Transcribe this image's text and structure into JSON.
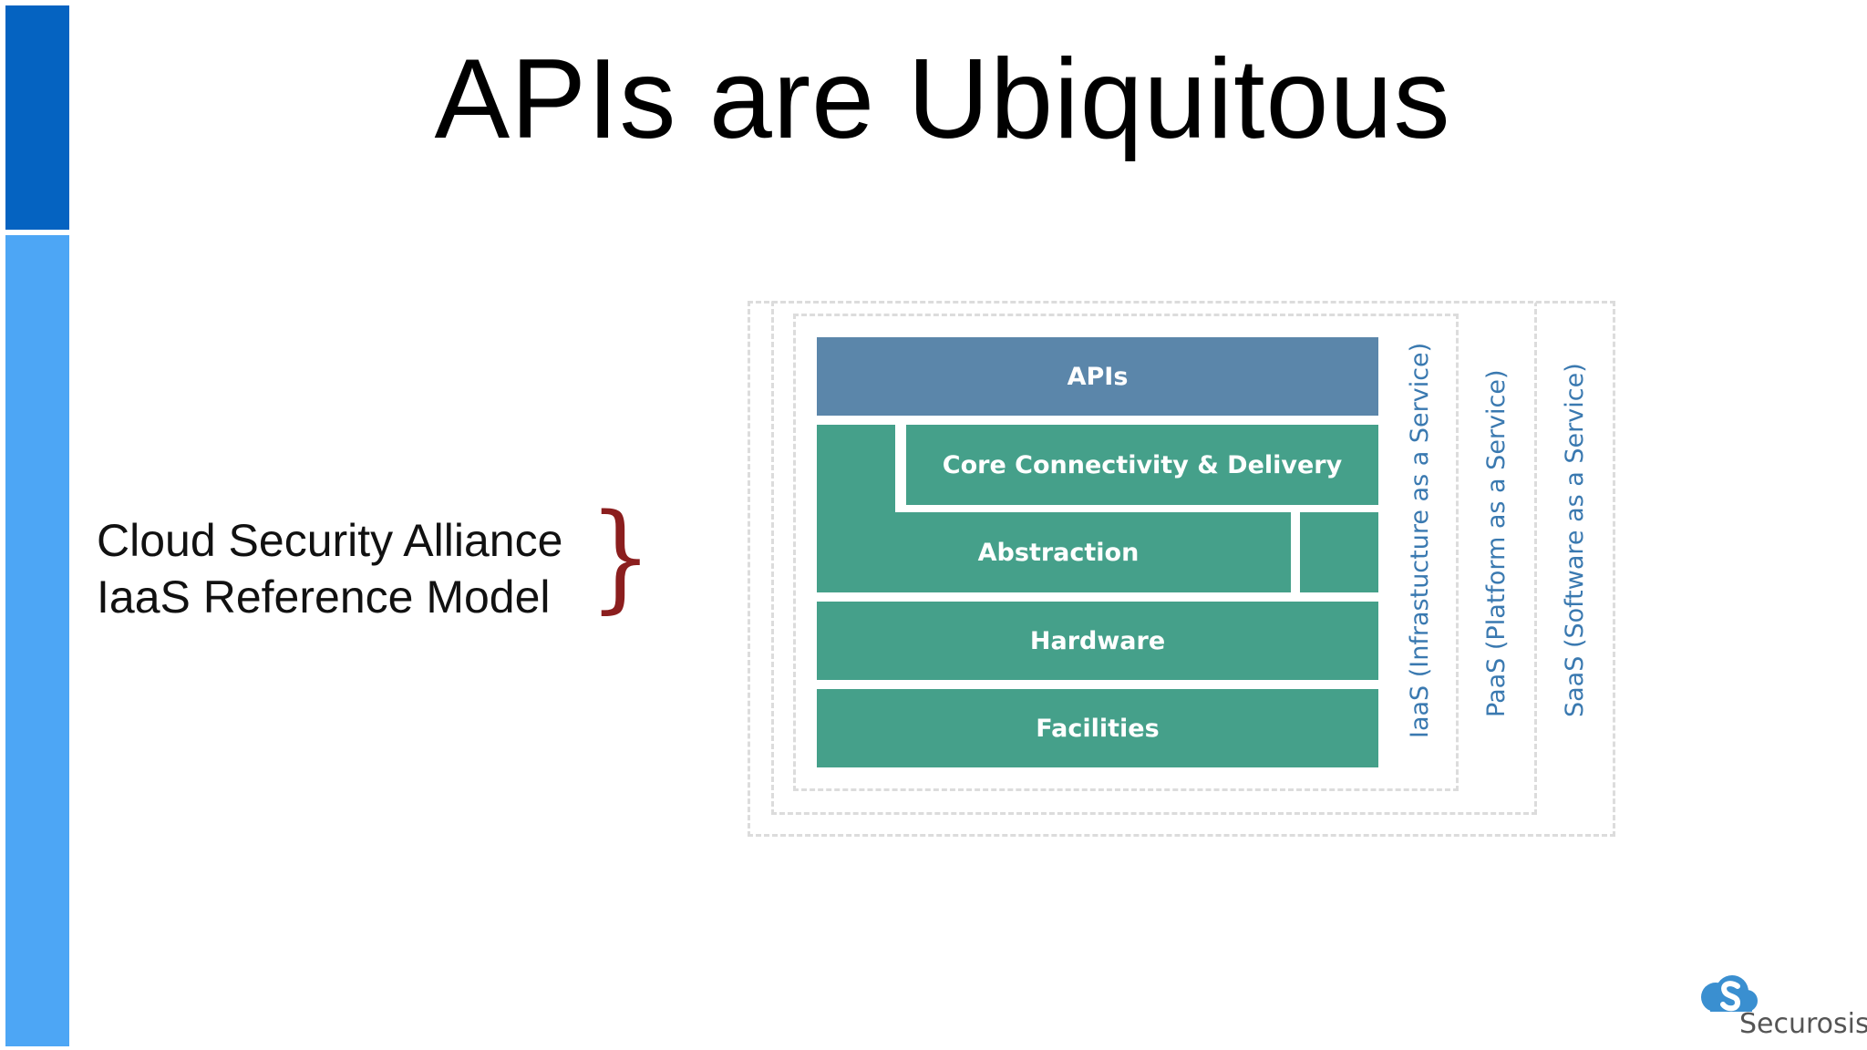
{
  "slide": {
    "title": "APIs are Ubiquitous",
    "caption_line1": "Cloud Security Alliance",
    "caption_line2": "IaaS Reference Model",
    "brace": "}"
  },
  "diagram": {
    "layers": {
      "apis": "APIs",
      "core": "Core Connectivity & Delivery",
      "abstraction": "Abstraction",
      "hardware": "Hardware",
      "facilities": "Facilities"
    },
    "scopes": {
      "iaas": "IaaS (Infrastucture as a Service)",
      "paas": "PaaS (Platform as a Service)",
      "saas": "SaaS (Software as a Service)"
    },
    "colors": {
      "apis": "#5b86aa",
      "layer_green": "#45a08a",
      "scope_text": "#3a79b0"
    }
  },
  "logo": {
    "name": "Securosis",
    "icon": "cloud-s-icon"
  }
}
